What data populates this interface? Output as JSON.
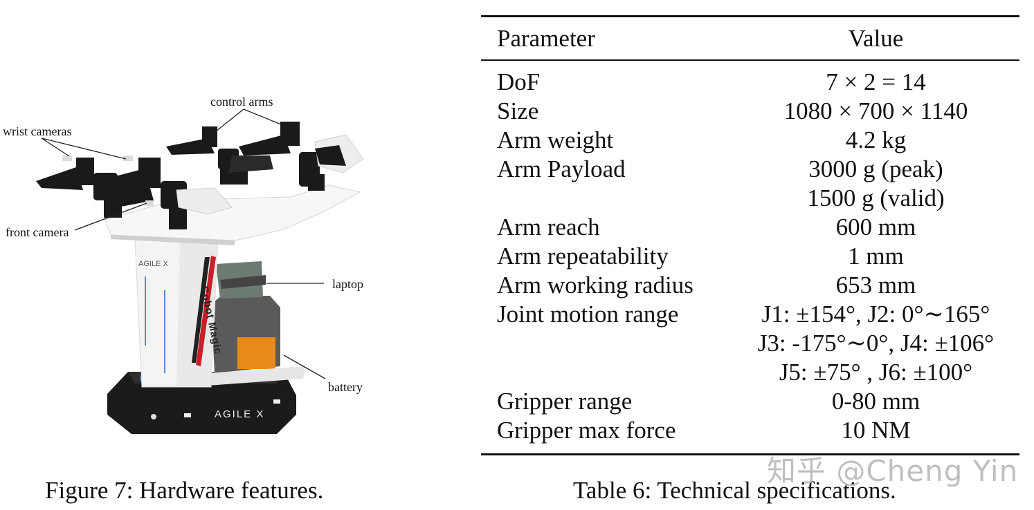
{
  "figure": {
    "callouts": {
      "control_arms": "control arms",
      "wrist_cameras": "wrist cameras",
      "front_camera": "front camera",
      "laptop": "laptop",
      "battery": "battery"
    },
    "robot_text": {
      "pillar_label": "Cobot Magic",
      "pillar_logo": "AGILE X",
      "base_logo": "AGILE X"
    },
    "caption": "Figure 7: Hardware features."
  },
  "table": {
    "headers": [
      "Parameter",
      "Value"
    ],
    "rows": [
      {
        "param": "DoF",
        "value": "7 × 2 = 14"
      },
      {
        "param": "Size",
        "value": "1080 × 700 × 1140"
      },
      {
        "param": "Arm weight",
        "value": "4.2 kg"
      },
      {
        "param": "Arm Payload",
        "value": "3000 g (peak)"
      },
      {
        "param": "",
        "value": "1500 g (valid)"
      },
      {
        "param": "Arm reach",
        "value": "600 mm"
      },
      {
        "param": "Arm repeatability",
        "value": "1 mm"
      },
      {
        "param": "Arm working radius",
        "value": "653 mm"
      },
      {
        "param": "Joint motion range",
        "value": "J1: ±154°, J2: 0°∼165°"
      },
      {
        "param": "",
        "value": "J3: -175°∼0°, J4: ±106°"
      },
      {
        "param": "",
        "value": "J5: ±75° , J6: ±100°"
      },
      {
        "param": "Gripper range",
        "value": "0-80 mm"
      },
      {
        "param": "Gripper max force",
        "value": "10 NM"
      }
    ],
    "caption": "Table 6: Technical specifications."
  },
  "watermark": "知乎 @Cheng Yin",
  "colors": {
    "battery_accent": "#e88a1a",
    "stripe_red": "#c8202a",
    "arm_black": "#1a1a1a",
    "body_white": "#f4f4f4"
  }
}
